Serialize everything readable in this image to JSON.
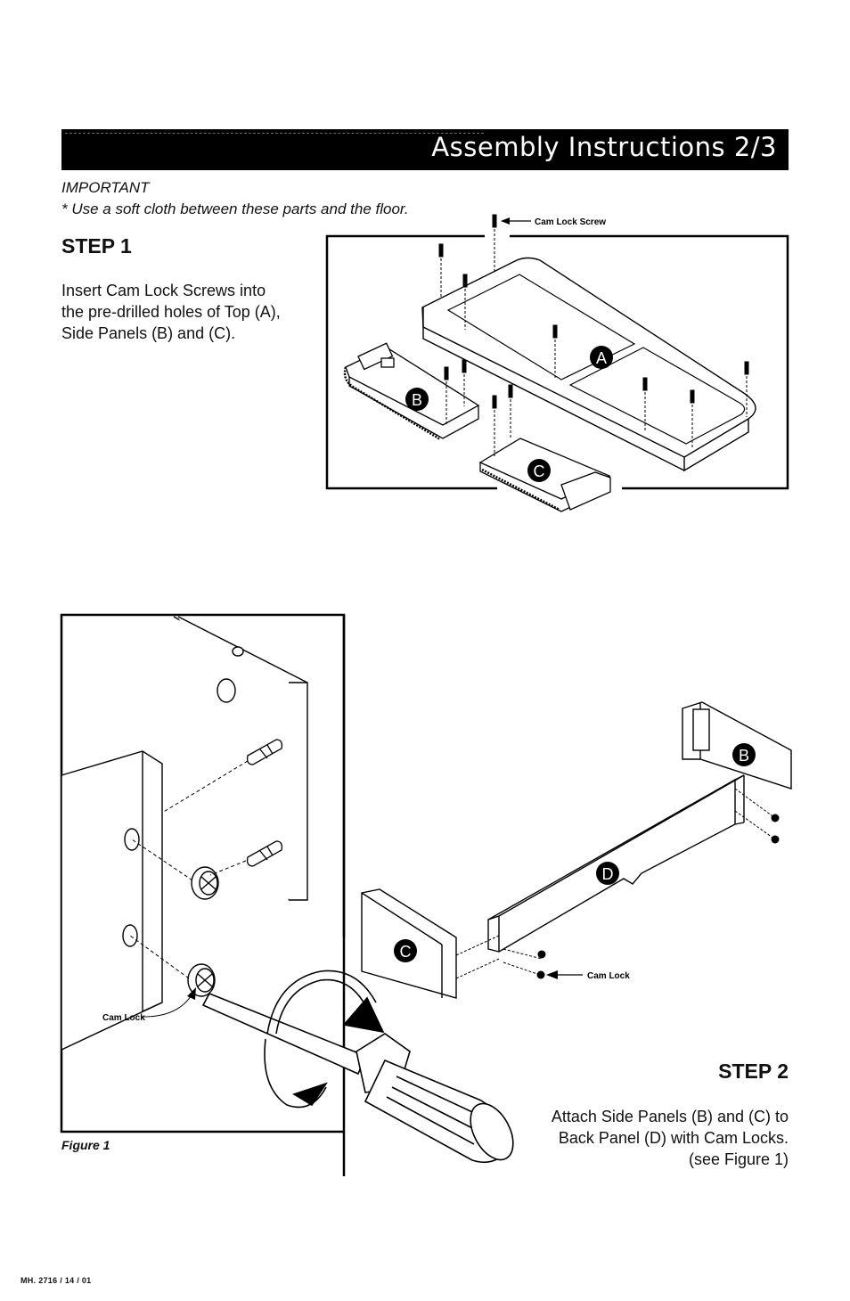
{
  "header": {
    "title": "Assembly Instructions 2/3"
  },
  "important": {
    "heading": "IMPORTANT",
    "note": "* Use a soft cloth between these parts and the floor."
  },
  "step1": {
    "heading": "STEP 1",
    "lines": [
      "Insert Cam Lock Screws into",
      "the pre-drilled holes of Top (A),",
      "Side Panels (B) and (C)."
    ],
    "screw_label": "Cam Lock Screw",
    "parts": [
      "A",
      "B",
      "C"
    ]
  },
  "step2": {
    "heading": "STEP 2",
    "lines": [
      "Attach Side Panels (B) and (C) to",
      "Back Panel (D) with Cam Locks.",
      "(see Figure 1)"
    ],
    "cam_lock_label": "Cam Lock",
    "parts": [
      "B",
      "C",
      "D"
    ]
  },
  "figure1": {
    "caption": "Figure 1",
    "cam_lock_label": "Cam Lock"
  },
  "footer": {
    "code": "MH. 2716 / 14 / 01"
  }
}
